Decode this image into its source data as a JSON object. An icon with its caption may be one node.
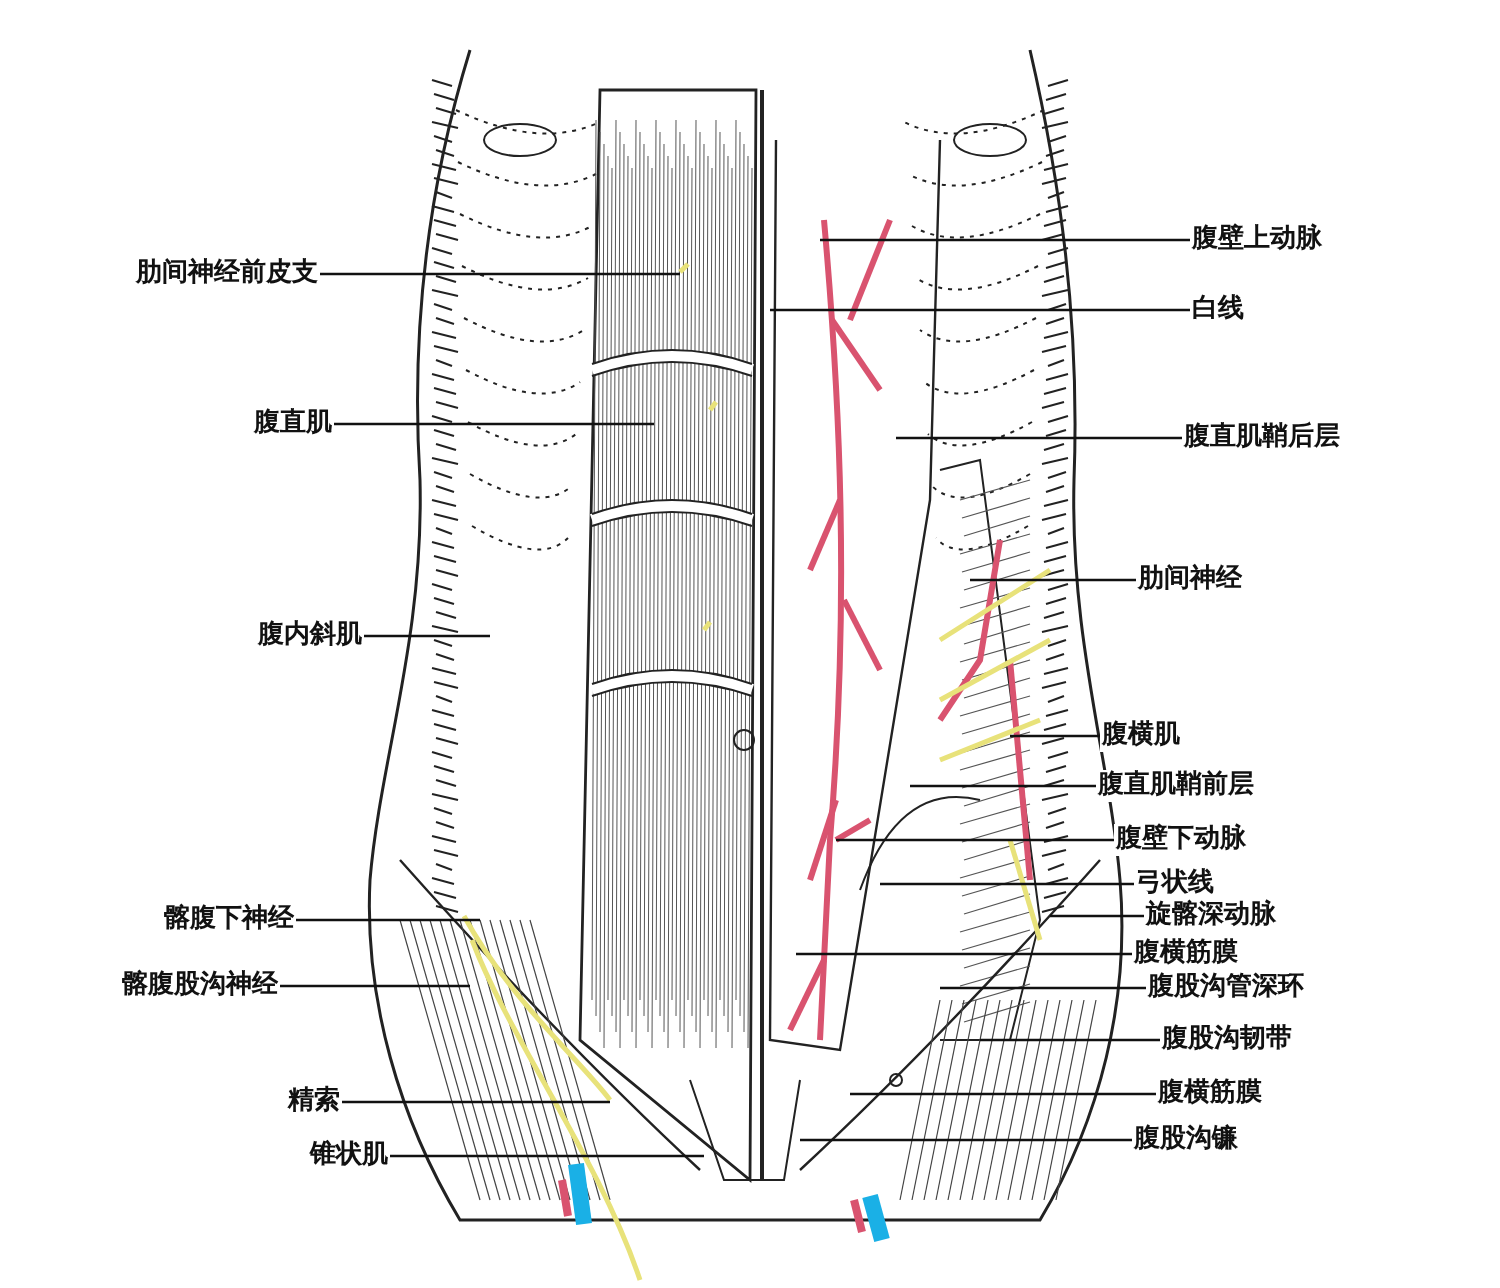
{
  "diagram": {
    "nodes": [
      {
        "text": [
          "肋间神经前皮支"
        ]
      },
      {
        "text": [
          "腹直肌"
        ]
      },
      {
        "text": [
          "腹内斜肌"
        ]
      },
      {
        "text": [
          "髂腹下神经"
        ]
      },
      {
        "text": [
          "髂腹股沟神经"
        ]
      },
      {
        "text": [
          "精索"
        ]
      },
      {
        "text": [
          "锥状肌"
        ]
      },
      {
        "text": [
          "腹壁上动脉"
        ]
      },
      {
        "text": [
          "白线"
        ]
      },
      {
        "text": [
          "腹直肌鞘后层"
        ]
      },
      {
        "text": [
          "肋间神经"
        ]
      },
      {
        "text": [
          "腹横肌"
        ]
      },
      {
        "text": [
          "腹直肌鞘前层"
        ]
      },
      {
        "text": [
          "腹壁下动脉"
        ]
      },
      {
        "text": [
          "弓状线"
        ]
      },
      {
        "text": [
          "旋髂深动脉"
        ]
      },
      {
        "text": [
          "腹横筋膜"
        ]
      },
      {
        "text": [
          "腹股沟管深环"
        ]
      },
      {
        "text": [
          "腹股沟韧带"
        ]
      },
      {
        "text": [
          "腹横筋膜"
        ]
      },
      {
        "text": [
          "腹股沟镰"
        ]
      }
    ],
    "edges": [
      {
        "from": 0,
        "to": null,
        "arrow": "none"
      },
      {
        "from": 1,
        "to": null,
        "arrow": "none"
      },
      {
        "from": 2,
        "to": null,
        "arrow": "none"
      },
      {
        "from": 3,
        "to": null,
        "arrow": "none"
      },
      {
        "from": 4,
        "to": null,
        "arrow": "none"
      },
      {
        "from": 5,
        "to": null,
        "arrow": "none"
      },
      {
        "from": 6,
        "to": null,
        "arrow": "none"
      },
      {
        "from": 7,
        "to": null,
        "arrow": "none"
      },
      {
        "from": 8,
        "to": null,
        "arrow": "none"
      },
      {
        "from": 9,
        "to": null,
        "arrow": "none"
      },
      {
        "from": 10,
        "to": null,
        "arrow": "none"
      },
      {
        "from": 11,
        "to": null,
        "arrow": "none"
      },
      {
        "from": 12,
        "to": null,
        "arrow": "none"
      },
      {
        "from": 13,
        "to": null,
        "arrow": "none"
      },
      {
        "from": 14,
        "to": null,
        "arrow": "none"
      },
      {
        "from": 15,
        "to": null,
        "arrow": "none"
      },
      {
        "from": 16,
        "to": null,
        "arrow": "none"
      },
      {
        "from": 17,
        "to": null,
        "arrow": "none"
      },
      {
        "from": 18,
        "to": null,
        "arrow": "none"
      },
      {
        "from": 19,
        "to": null,
        "arrow": "none"
      },
      {
        "from": 20,
        "to": null,
        "arrow": "none"
      }
    ]
  }
}
